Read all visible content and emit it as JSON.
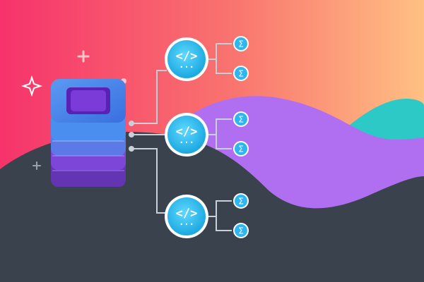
{
  "colors": {
    "bg_dark": "#3a434d",
    "gradient_left": "#f6336b",
    "gradient_mid": "#f86b6f",
    "gradient_right": "#ffbf82",
    "purple_wave": "#b06ff0",
    "teal_wave": "#2cc9c6",
    "cube_top": "#3f7fe6",
    "cube_purple": "#6a2fc2",
    "node_fill": "#30c2f0",
    "node_ring": "#ffffff",
    "connector": "#c9d0d8",
    "sparkle": "#ffffff"
  },
  "icons": {
    "database": "stacked-database-icon",
    "function_node": "code-brackets-icon",
    "output_node": "sigma-icon",
    "sparkle": "sparkle-icon"
  },
  "diagram": {
    "function_nodes": [
      {
        "symbol": "</>",
        "dots": "...",
        "outputs": [
          "Σ",
          "Σ"
        ]
      },
      {
        "symbol": "</>",
        "dots": "...",
        "outputs": [
          "Σ",
          "Σ"
        ]
      },
      {
        "symbol": "</>",
        "dots": "...",
        "outputs": [
          "Σ",
          "Σ"
        ]
      }
    ]
  }
}
